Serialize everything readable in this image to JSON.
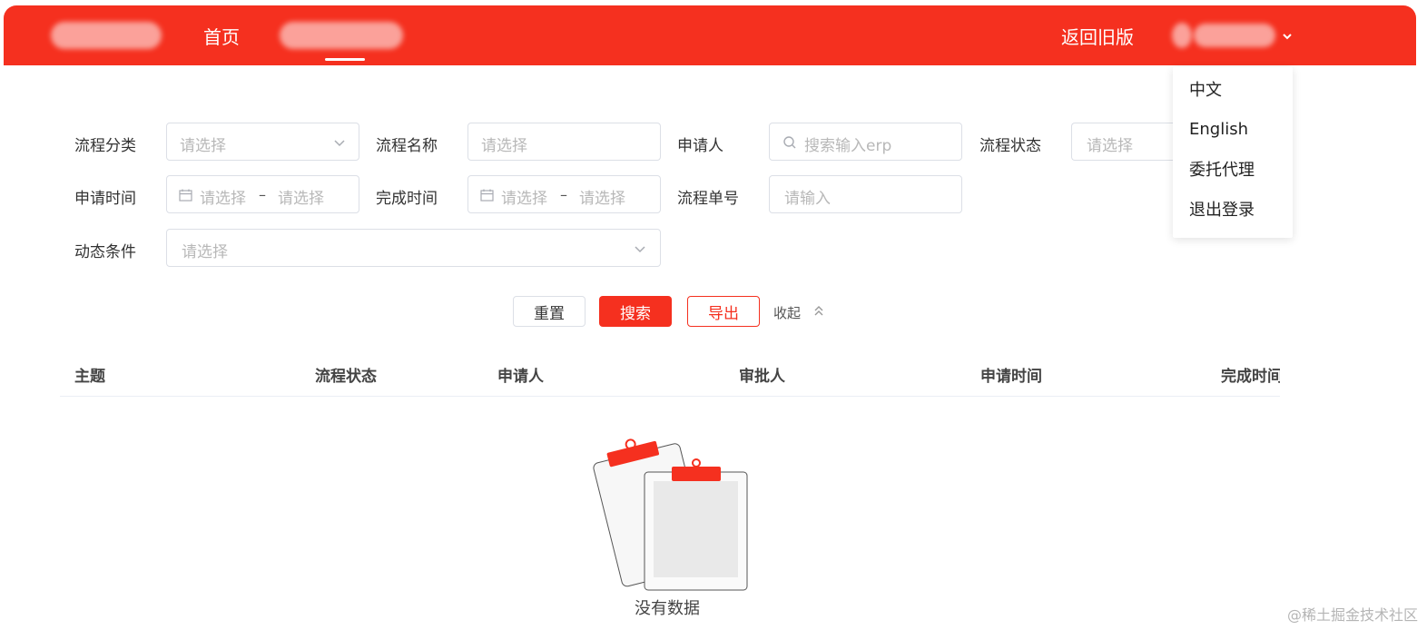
{
  "header": {
    "home": "首页",
    "back_old": "返回旧版",
    "user_menu": [
      "中文",
      "English",
      "委托代理",
      "退出登录"
    ]
  },
  "filters": {
    "process_category": {
      "label": "流程分类",
      "placeholder": "请选择"
    },
    "process_name": {
      "label": "流程名称",
      "placeholder": "请选择"
    },
    "applicant": {
      "label": "申请人",
      "placeholder": "搜索输入erp"
    },
    "process_status": {
      "label": "流程状态",
      "placeholder": "请选择"
    },
    "apply_time": {
      "label": "申请时间",
      "start": "请选择",
      "end": "请选择"
    },
    "finish_time": {
      "label": "完成时间",
      "start": "请选择",
      "end": "请选择"
    },
    "process_no": {
      "label": "流程单号",
      "placeholder": "请输入"
    },
    "dynamic": {
      "label": "动态条件",
      "placeholder": "请选择"
    },
    "range_sep": "–"
  },
  "actions": {
    "reset": "重置",
    "search": "搜索",
    "export": "导出",
    "collapse": "收起"
  },
  "table": {
    "columns": [
      "主题",
      "流程状态",
      "申请人",
      "审批人",
      "申请时间",
      "完成时间"
    ],
    "empty": "没有数据"
  },
  "watermark": "@稀土掘金技术社区",
  "colors": {
    "brand": "#f5301f",
    "border": "#dcdfe6",
    "placeholder": "#b8b8b8"
  }
}
